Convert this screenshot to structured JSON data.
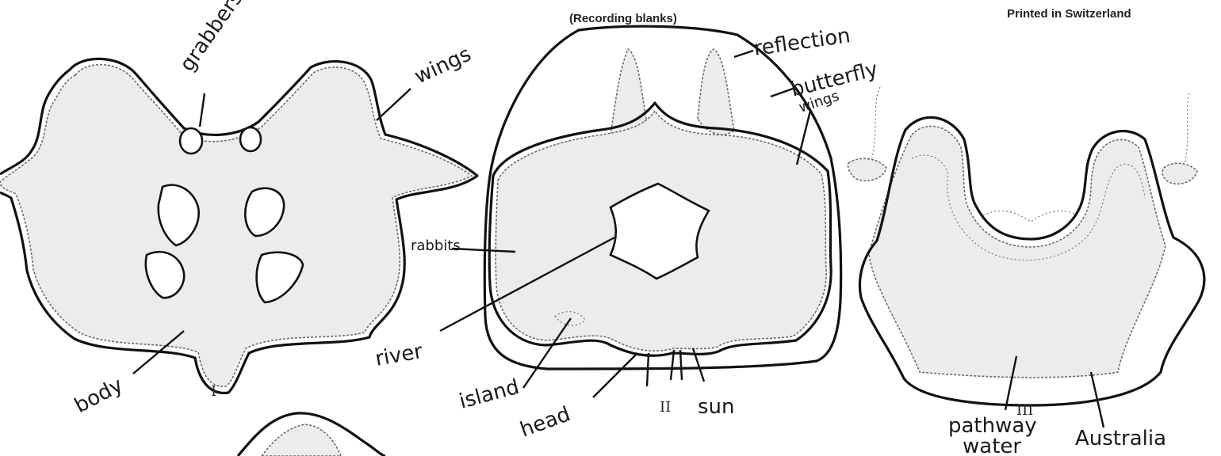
{
  "header": {
    "center_subtitle": "(Recording blanks)",
    "right_line1": "Printed in Switzerland"
  },
  "plates": [
    {
      "numeral": "I",
      "labels": {
        "grabbers": "grabbers",
        "wings": "wings",
        "body": "body"
      }
    },
    {
      "numeral": "II",
      "labels": {
        "reflection": "reflection",
        "butterfly": "butterfly",
        "wings": "wings",
        "rabbits": "rabbits",
        "river": "river",
        "island": "island",
        "head": "head",
        "sun": "sun"
      }
    },
    {
      "numeral": "III",
      "labels": {
        "pathway": "pathway",
        "water": "water",
        "australia": "Australia"
      }
    }
  ],
  "colors": {
    "ink": "#111111",
    "blot_fill": "#ececec",
    "paper": "#ffffff"
  }
}
